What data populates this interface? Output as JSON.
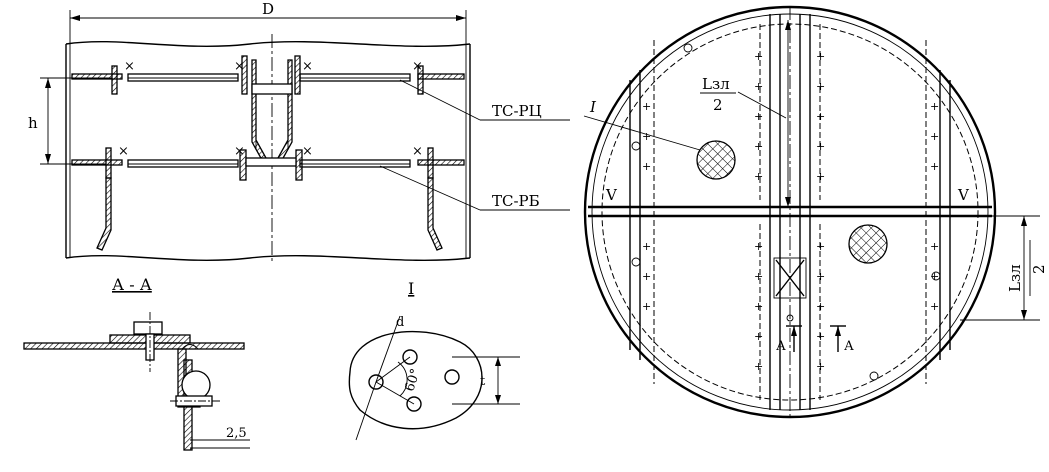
{
  "labels": {
    "dim_D": "D",
    "dim_h": "h",
    "tray_upper": "ТС-РЦ",
    "tray_lower": "ТС-РБ",
    "section_aa": "А - А",
    "detail_i": "I",
    "dim_25": "2,5",
    "dim_d": "d",
    "angle_60": "60°",
    "dim_t": "t",
    "lzl_top": "Lзл",
    "lzl_top_den": "2",
    "detail_callout": "I",
    "lzl_right": "Lзл",
    "lzl_right_den": "2",
    "arrow_a1": "А",
    "arrow_a2": "А"
  }
}
